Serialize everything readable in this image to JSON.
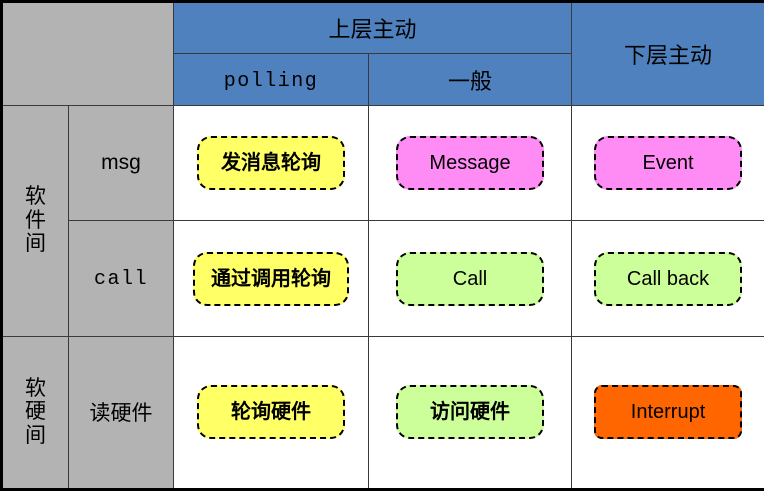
{
  "diagram": {
    "title_cell": "",
    "column_headers": {
      "top_span_label": "上层主动",
      "sub_polling": "polling",
      "sub_general": "一般",
      "lower_label": "下层主动"
    },
    "row_headers": {
      "group_software": "软件间",
      "group_software_hardware": "软硬间",
      "row_msg": "msg",
      "row_call": "call",
      "row_read_hw": "读硬件"
    },
    "cells": {
      "msg_polling": "发消息轮询",
      "msg_general": "Message",
      "msg_lower": "Event",
      "call_polling": "通过调用轮询",
      "call_general": "Call",
      "call_lower": "Call back",
      "hw_polling": "轮询硬件",
      "hw_general": "访问硬件",
      "hw_lower": "Interrupt"
    },
    "colors": {
      "header_blue": "#4E81BD",
      "header_gray": "#B3B3B3",
      "node_yellow": "#FFFF66",
      "node_pink": "#FF8CF5",
      "node_green": "#CCFF99",
      "node_orange": "#FF6600",
      "border_black": "#000000",
      "cell_white": "#FFFFFF"
    }
  }
}
